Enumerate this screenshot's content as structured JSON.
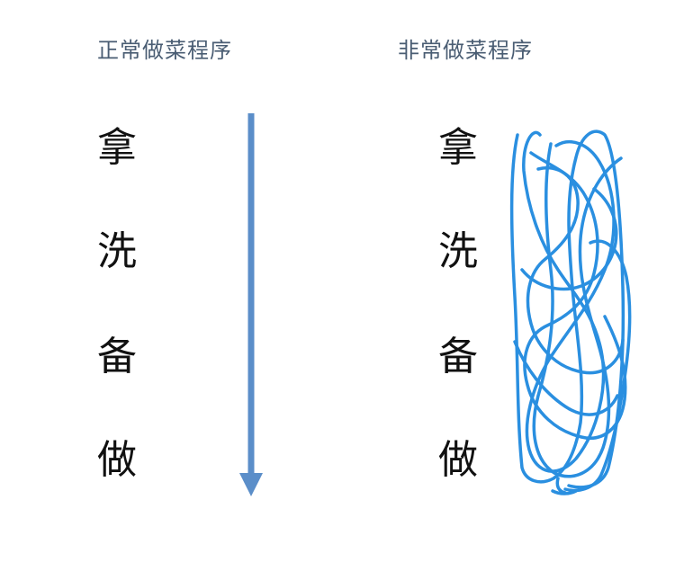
{
  "left_panel": {
    "title": "正常做菜程序",
    "steps": [
      "拿",
      "洗",
      "备",
      "做"
    ]
  },
  "right_panel": {
    "title": "非常做菜程序",
    "steps": [
      "拿",
      "洗",
      "备",
      "做"
    ]
  },
  "colors": {
    "arrow": "#5b8ec9",
    "scribble": "#2a8fe0",
    "title": "#4a5d73",
    "text": "#111111"
  },
  "icons": {
    "flow_arrow": "down-arrow-icon",
    "scribble": "chaotic-scribble"
  }
}
